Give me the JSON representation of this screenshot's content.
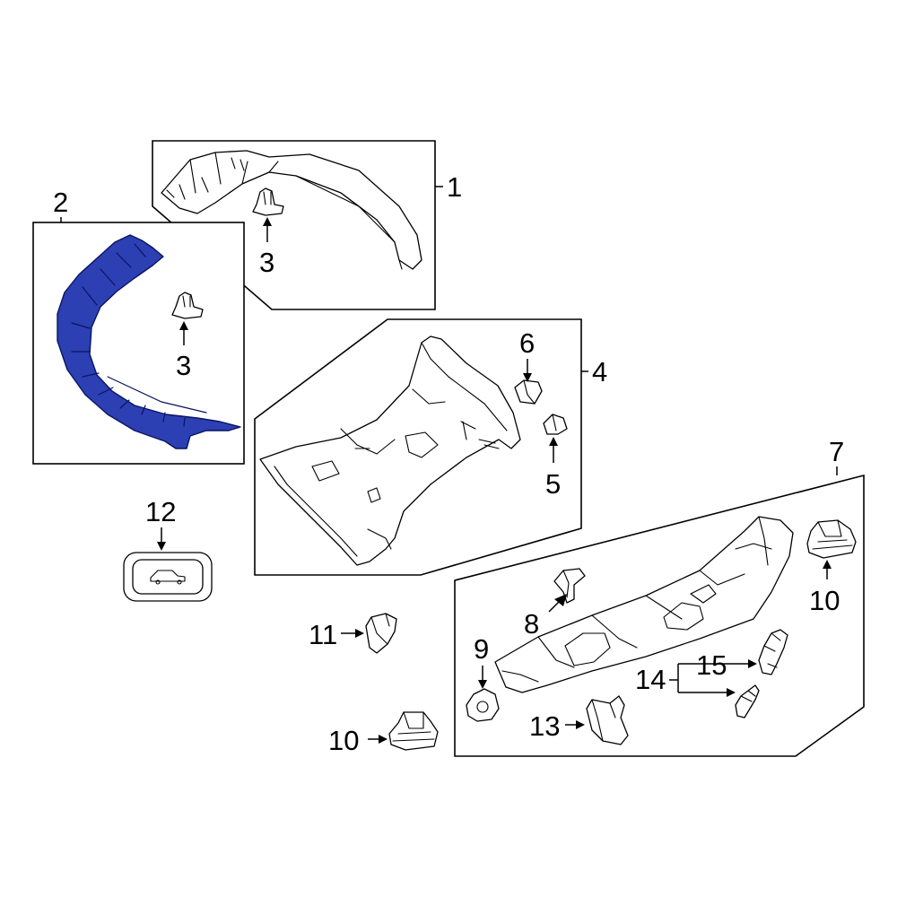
{
  "diagram": {
    "highlight_color": "#2c3fb3",
    "callouts": [
      {
        "id": "c1",
        "text": "1"
      },
      {
        "id": "c2",
        "text": "2"
      },
      {
        "id": "c3a",
        "text": "3"
      },
      {
        "id": "c3b",
        "text": "3"
      },
      {
        "id": "c4",
        "text": "4"
      },
      {
        "id": "c5",
        "text": "5"
      },
      {
        "id": "c6",
        "text": "6"
      },
      {
        "id": "c7",
        "text": "7"
      },
      {
        "id": "c8",
        "text": "8"
      },
      {
        "id": "c9",
        "text": "9"
      },
      {
        "id": "c10a",
        "text": "10"
      },
      {
        "id": "c10b",
        "text": "10"
      },
      {
        "id": "c11",
        "text": "11"
      },
      {
        "id": "c12",
        "text": "12"
      },
      {
        "id": "c13",
        "text": "13"
      },
      {
        "id": "c14",
        "text": "14"
      },
      {
        "id": "c15",
        "text": "15"
      }
    ]
  }
}
